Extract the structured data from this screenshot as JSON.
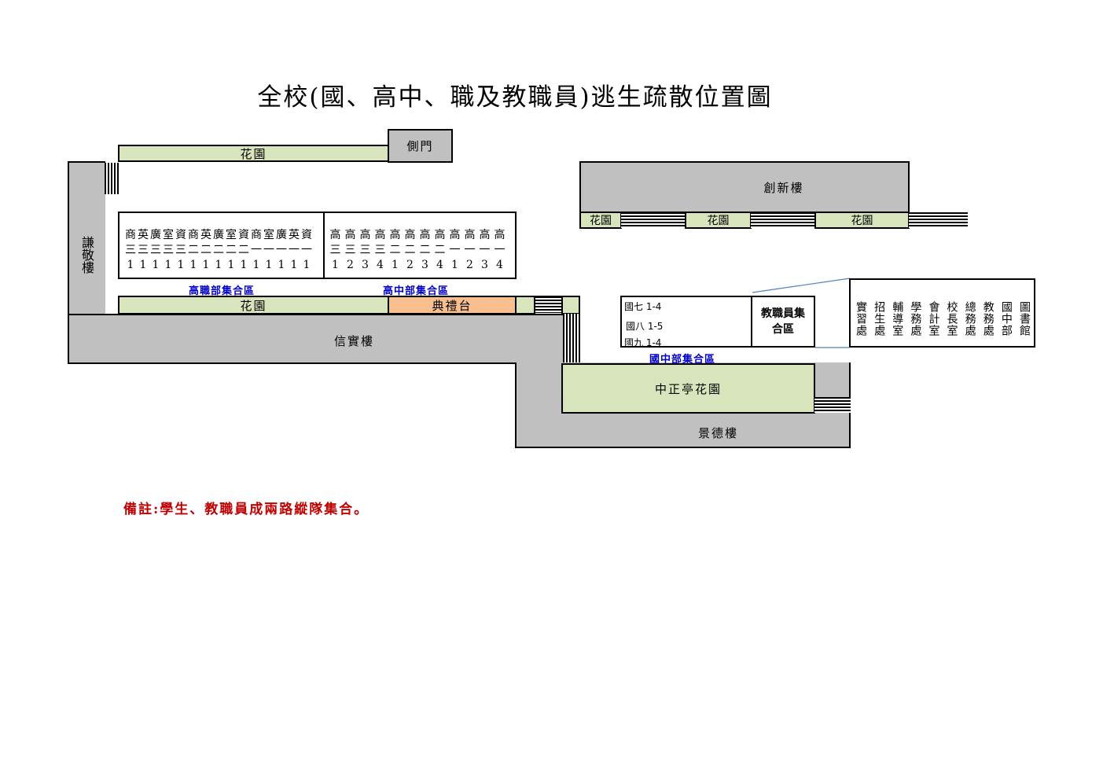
{
  "title": "全校(國、高中、職及教職員)逃生疏散位置圖",
  "buildings": {
    "side_gate": "側門",
    "garden": "花園",
    "qianjing": "謙敬樓",
    "xinshi": "信實樓",
    "chuangxin": "創新樓",
    "jingde": "景德樓",
    "zhongzheng_garden": "中正亭花園",
    "stage": "典禮台"
  },
  "assembly": {
    "vocational": "高職部集合區",
    "senior": "高中部集合區",
    "junior": "國中部集合區",
    "staff": "教職員集合區"
  },
  "vocational_classes": [
    {
      "c1": "商",
      "c2": "三",
      "c3": "1"
    },
    {
      "c1": "英",
      "c2": "三",
      "c3": "1"
    },
    {
      "c1": "廣",
      "c2": "三",
      "c3": "1"
    },
    {
      "c1": "室",
      "c2": "三",
      "c3": "1"
    },
    {
      "c1": "資",
      "c2": "三",
      "c3": "1"
    },
    {
      "c1": "商",
      "c2": "二",
      "c3": "1"
    },
    {
      "c1": "英",
      "c2": "二",
      "c3": "1"
    },
    {
      "c1": "廣",
      "c2": "二",
      "c3": "1"
    },
    {
      "c1": "室",
      "c2": "二",
      "c3": "1"
    },
    {
      "c1": "資",
      "c2": "二",
      "c3": "1"
    },
    {
      "c1": "商",
      "c2": "一",
      "c3": "1"
    },
    {
      "c1": "室",
      "c2": "一",
      "c3": "1"
    },
    {
      "c1": "廣",
      "c2": "一",
      "c3": "1"
    },
    {
      "c1": "英",
      "c2": "一",
      "c3": "1"
    },
    {
      "c1": "資",
      "c2": "一",
      "c3": "1"
    }
  ],
  "senior_classes": [
    {
      "c1": "高",
      "c2": "三",
      "c3": "1"
    },
    {
      "c1": "高",
      "c2": "三",
      "c3": "2"
    },
    {
      "c1": "高",
      "c2": "三",
      "c3": "3"
    },
    {
      "c1": "高",
      "c2": "三",
      "c3": "4"
    },
    {
      "c1": "高",
      "c2": "二",
      "c3": "1"
    },
    {
      "c1": "高",
      "c2": "二",
      "c3": "2"
    },
    {
      "c1": "高",
      "c2": "二",
      "c3": "3"
    },
    {
      "c1": "高",
      "c2": "二",
      "c3": "4"
    },
    {
      "c1": "高",
      "c2": "一",
      "c3": "1"
    },
    {
      "c1": "高",
      "c2": "一",
      "c3": "2"
    },
    {
      "c1": "高",
      "c2": "一",
      "c3": "3"
    },
    {
      "c1": "高",
      "c2": "一",
      "c3": "4"
    }
  ],
  "junior_classes": [
    "國七 1-4",
    "國八 1-5",
    "國九 1-4"
  ],
  "offices": [
    "實習處",
    "招生處",
    "輔導室",
    "學務處",
    "會計室",
    "校長室",
    "總務處",
    "教務處",
    "國中部",
    "圖書館"
  ],
  "note": "備註:學生、教職員成兩路縱隊集合。"
}
